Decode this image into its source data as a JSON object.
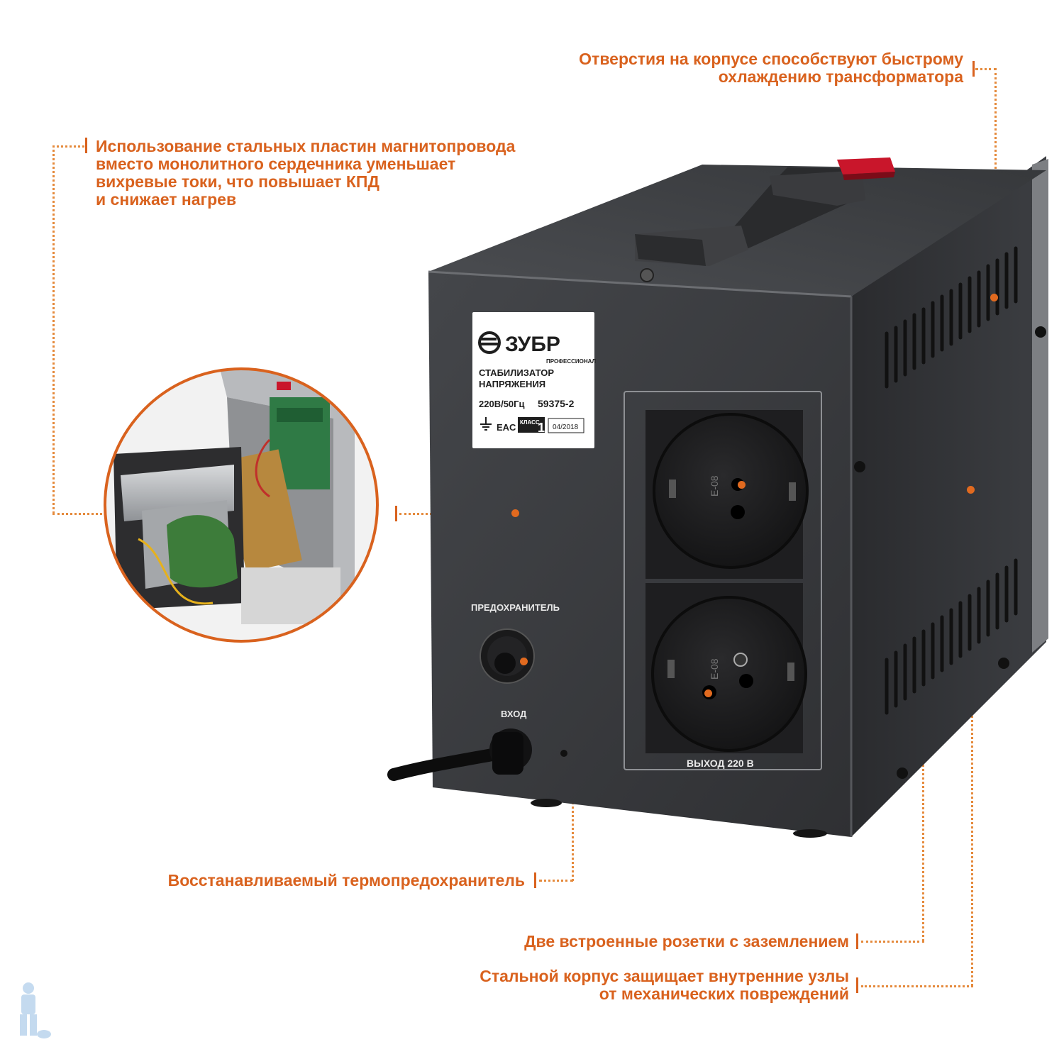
{
  "callouts": {
    "cooling": {
      "line1": "Отверстия на корпусе способствуют быстрому",
      "line2": "охлаждению трансформатора"
    },
    "core": {
      "line1": "Использование стальных пластин магнитопровода",
      "line2": "вместо монолитного сердечника уменьшает",
      "line3": "вихревые токи, что повышает КПД",
      "line4": "и снижает нагрев"
    },
    "fuse": {
      "line1": "Восстанавливаемый термопредохранитель"
    },
    "sockets": {
      "line1": "Две встроенные розетки с заземлением"
    },
    "housing": {
      "line1": "Стальной корпус защищает внутренние узлы",
      "line2": "от механических повреждений"
    }
  },
  "device": {
    "brand": "ЗУБР",
    "brand_sub": "ПРОФЕССИОНАЛ",
    "product_line1": "СТАБИЛИЗАТОР",
    "product_line2": "НАПРЯЖЕНИЯ",
    "rating": "220В/50Гц",
    "model": "59375-2",
    "cert_mark": "EAC",
    "class_label": "КЛАСС",
    "class_number": "1",
    "date": "04/2018",
    "fuse_label": "ПРЕДОХРАНИТЕЛЬ",
    "input_label": "ВХОД",
    "output_label": "ВЫХОД 220 В",
    "socket_code": "E-08"
  },
  "colors": {
    "accent": "#d9621e",
    "housing": "#3a3b3d",
    "socket": "#1b1b1c"
  }
}
